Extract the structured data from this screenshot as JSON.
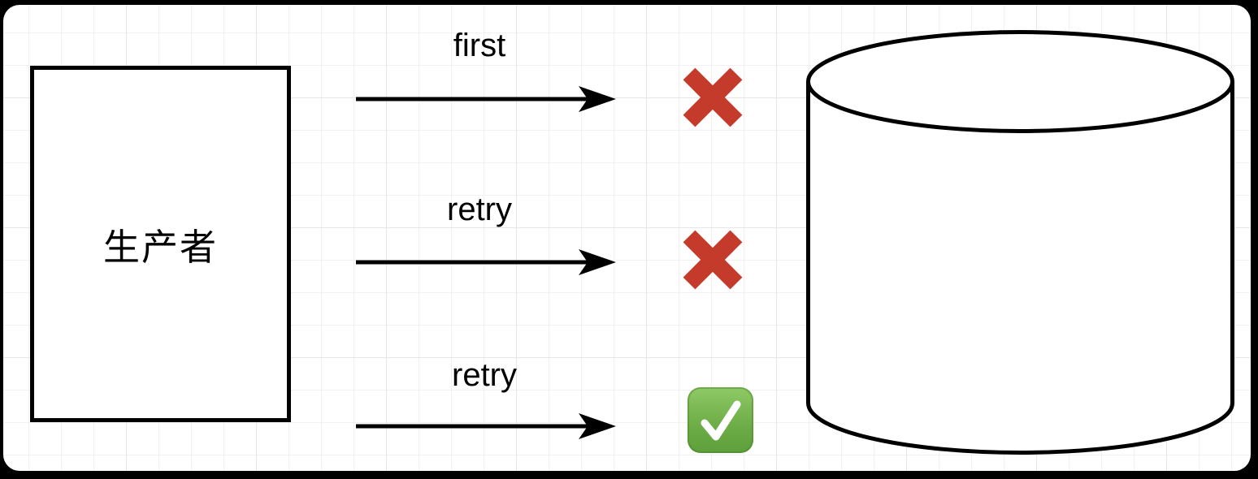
{
  "producer": {
    "label": "生产者"
  },
  "flows": [
    {
      "label": "first",
      "result": "fail",
      "icon": "cross-mark"
    },
    {
      "label": "retry",
      "result": "fail",
      "icon": "cross-mark"
    },
    {
      "label": "retry",
      "result": "success",
      "icon": "check-mark"
    }
  ],
  "datastore": {
    "shape": "cylinder"
  },
  "colors": {
    "cross_mark": "#c43b2c",
    "check_box_top": "#8fca66",
    "check_box_bottom": "#5d9f3b",
    "check_glyph": "#ffffff",
    "shape_stroke": "#000000",
    "canvas_bg": "#ffffff",
    "frame_bg": "#000000",
    "grid_minor": "#f1f1f1",
    "grid_major": "#e6e6e6"
  }
}
